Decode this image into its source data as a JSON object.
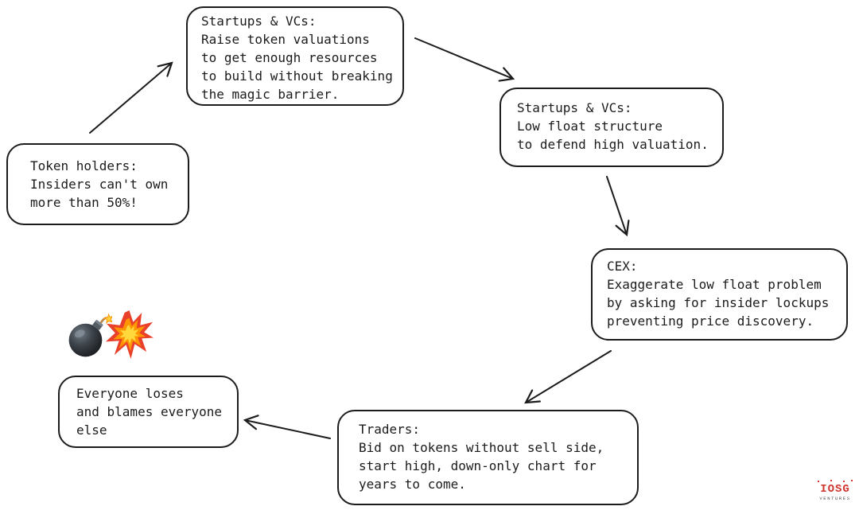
{
  "diagram": {
    "title_hint": "Token low-float doom loop flowchart",
    "nodes": [
      {
        "id": "startups-raise-valuations",
        "text": "Startups & VCs:\nRaise token valuations\nto get enough resources\nto build without breaking\nthe magic barrier."
      },
      {
        "id": "startups-low-float",
        "text": "Startups & VCs:\nLow float structure\nto defend high valuation."
      },
      {
        "id": "cex-lockups",
        "text": "CEX:\nExaggerate low float problem\nby asking for insider lockups\npreventing price discovery."
      },
      {
        "id": "traders-bid",
        "text": "Traders:\nBid on tokens without sell side,\nstart high, down-only chart for\nyears to come."
      },
      {
        "id": "everyone-loses",
        "text": "Everyone loses\nand blames everyone\nelse"
      },
      {
        "id": "token-holders",
        "text": "Token holders:\nInsiders can't own\nmore than 50%!"
      }
    ],
    "edges": [
      {
        "from": "token-holders",
        "to": "startups-raise-valuations"
      },
      {
        "from": "startups-raise-valuations",
        "to": "startups-low-float"
      },
      {
        "from": "startups-low-float",
        "to": "cex-lockups"
      },
      {
        "from": "cex-lockups",
        "to": "traders-bid"
      },
      {
        "from": "traders-bid",
        "to": "everyone-loses"
      }
    ],
    "icons": [
      "bomb-emoji",
      "explosion-emoji"
    ]
  },
  "logo": {
    "brand": "IOSG",
    "tagline": "VENTURES",
    "brand_color": "#d0342c"
  },
  "colors": {
    "background": "#ffffff",
    "stroke": "#1c1c1c",
    "text": "#1b1b1b"
  }
}
